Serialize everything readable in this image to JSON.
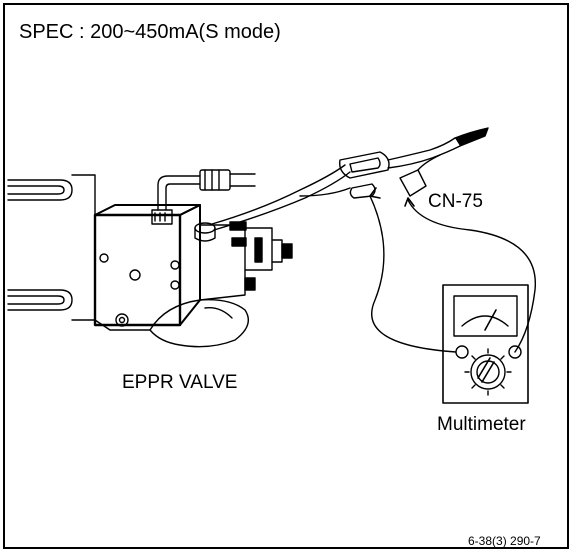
{
  "spec": "SPEC : 200~450mA(S mode)",
  "labels": {
    "connector": "CN-75",
    "valve": "EPPR VALVE",
    "meter": "Multimeter"
  },
  "figure_ref": "6-38(3) 290-7",
  "colors": {
    "line": "#000000",
    "background": "#ffffff"
  }
}
